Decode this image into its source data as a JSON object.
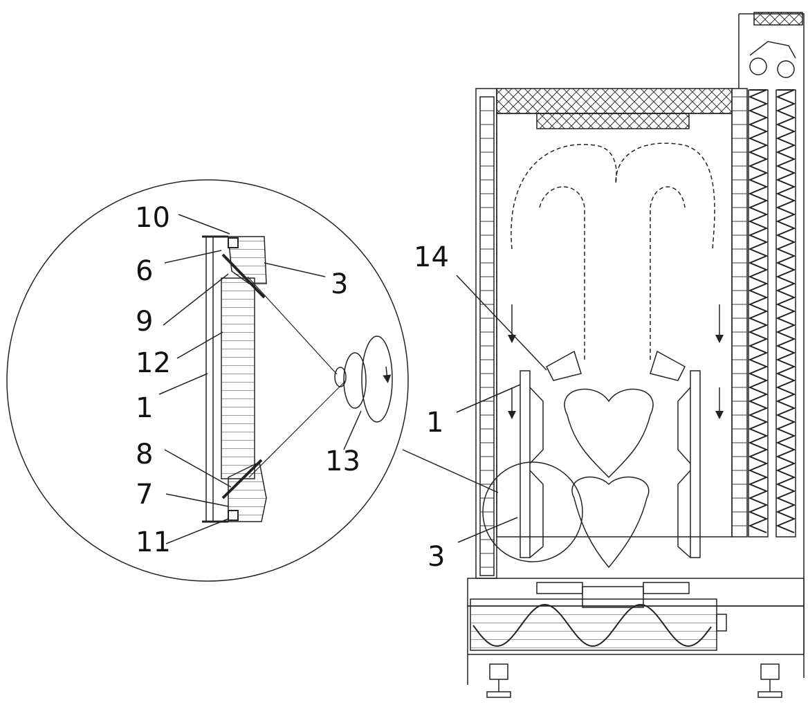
{
  "labels": {
    "n10": "10",
    "n6": "6",
    "n3_detail": "3",
    "n9": "9",
    "n12": "12",
    "n1_detail": "1",
    "n8": "8",
    "n7": "7",
    "n11": "11",
    "n13": "13",
    "n14": "14",
    "n1_main": "1",
    "n3_main": "3"
  },
  "colors": {
    "line": "#222222",
    "paper": "#ffffff"
  }
}
